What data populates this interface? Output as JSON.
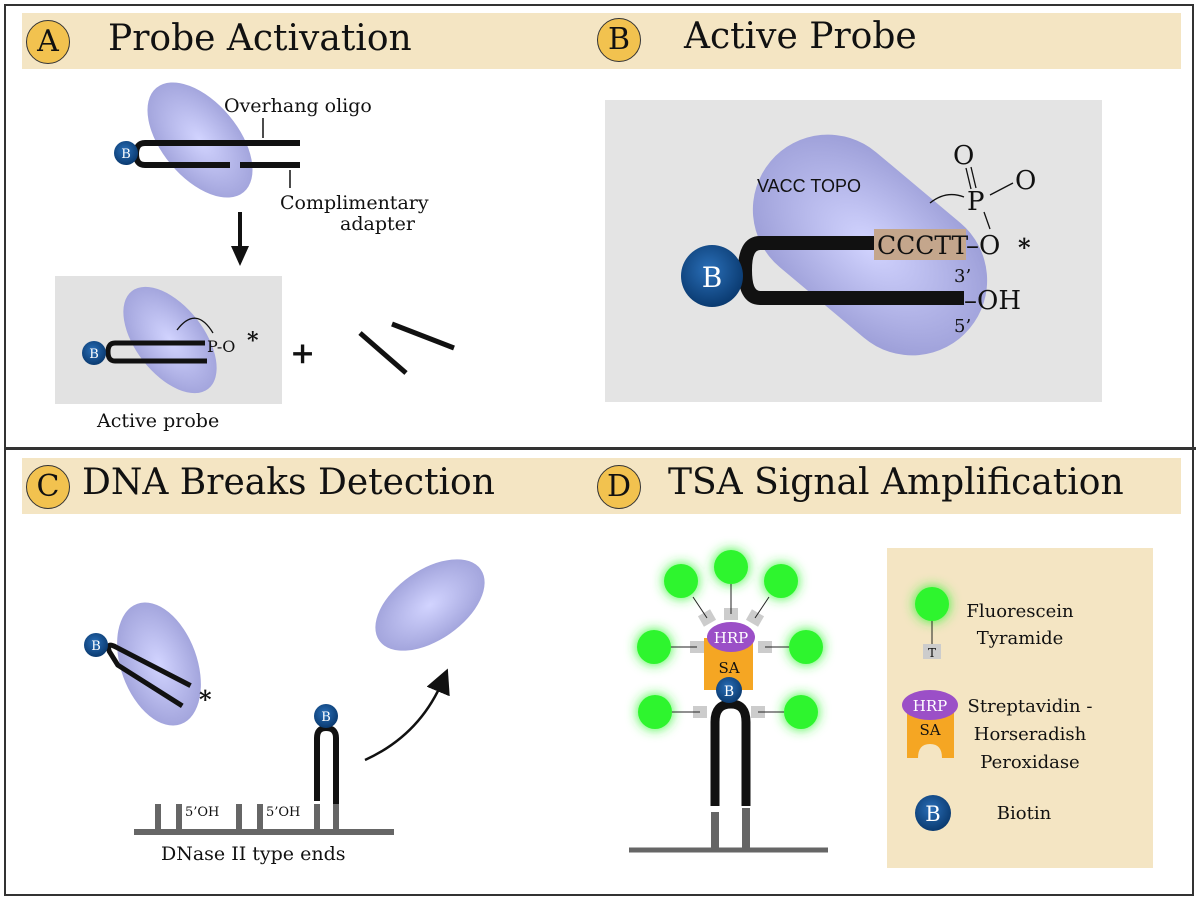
{
  "panels": {
    "a": {
      "letter": "A",
      "title": "Probe Activation",
      "overhang_label": "Overhang oligo",
      "adapter_label_line1": "Complimentary",
      "adapter_label_line2": "adapter",
      "active_probe_caption": "Active probe",
      "po_label": "P-O",
      "star": "*",
      "plus": "+",
      "biotin": "B"
    },
    "b": {
      "letter": "B",
      "title": "Active Probe",
      "enzyme_label": "VACC TOPO",
      "sequence": "CCCTT",
      "three_prime": "3’",
      "five_prime": "5’",
      "oh": "–OH",
      "o_star": "–O",
      "star": "*",
      "p": "P",
      "o_top": "O",
      "o_right": "O",
      "biotin": "B"
    },
    "c": {
      "letter": "C",
      "title": "DNA Breaks Detection",
      "end_label_1": "5’OH",
      "end_label_2": "5’OH",
      "caption": "DNase II type ends",
      "star": "*",
      "biotin": "B"
    },
    "d": {
      "letter": "D",
      "title": "TSA Signal Amplification",
      "hrp": "HRP",
      "sa": "SA",
      "biotin": "B",
      "tyramide": "T",
      "legend": [
        {
          "line1": "Fluorescein",
          "line2": "Tyramide",
          "line3": ""
        },
        {
          "line1": "Streptavidin -",
          "line2": "Horseradish",
          "line3": "Peroxidase"
        },
        {
          "line1": "Biotin",
          "line2": "",
          "line3": ""
        }
      ]
    }
  },
  "colors": {
    "banner": "#f4e5c3",
    "badge": "#f2c24f",
    "enzyme": "#a9abe6",
    "biotin": "#0e4a8a",
    "fluorescein": "#2ef52e",
    "hrp": "#9b4fc7",
    "sa": "#f5a623",
    "sequence_box": "#c4a68c",
    "legend_bg": "#f4e5c3",
    "gray_panel": "#e2e2e2"
  }
}
